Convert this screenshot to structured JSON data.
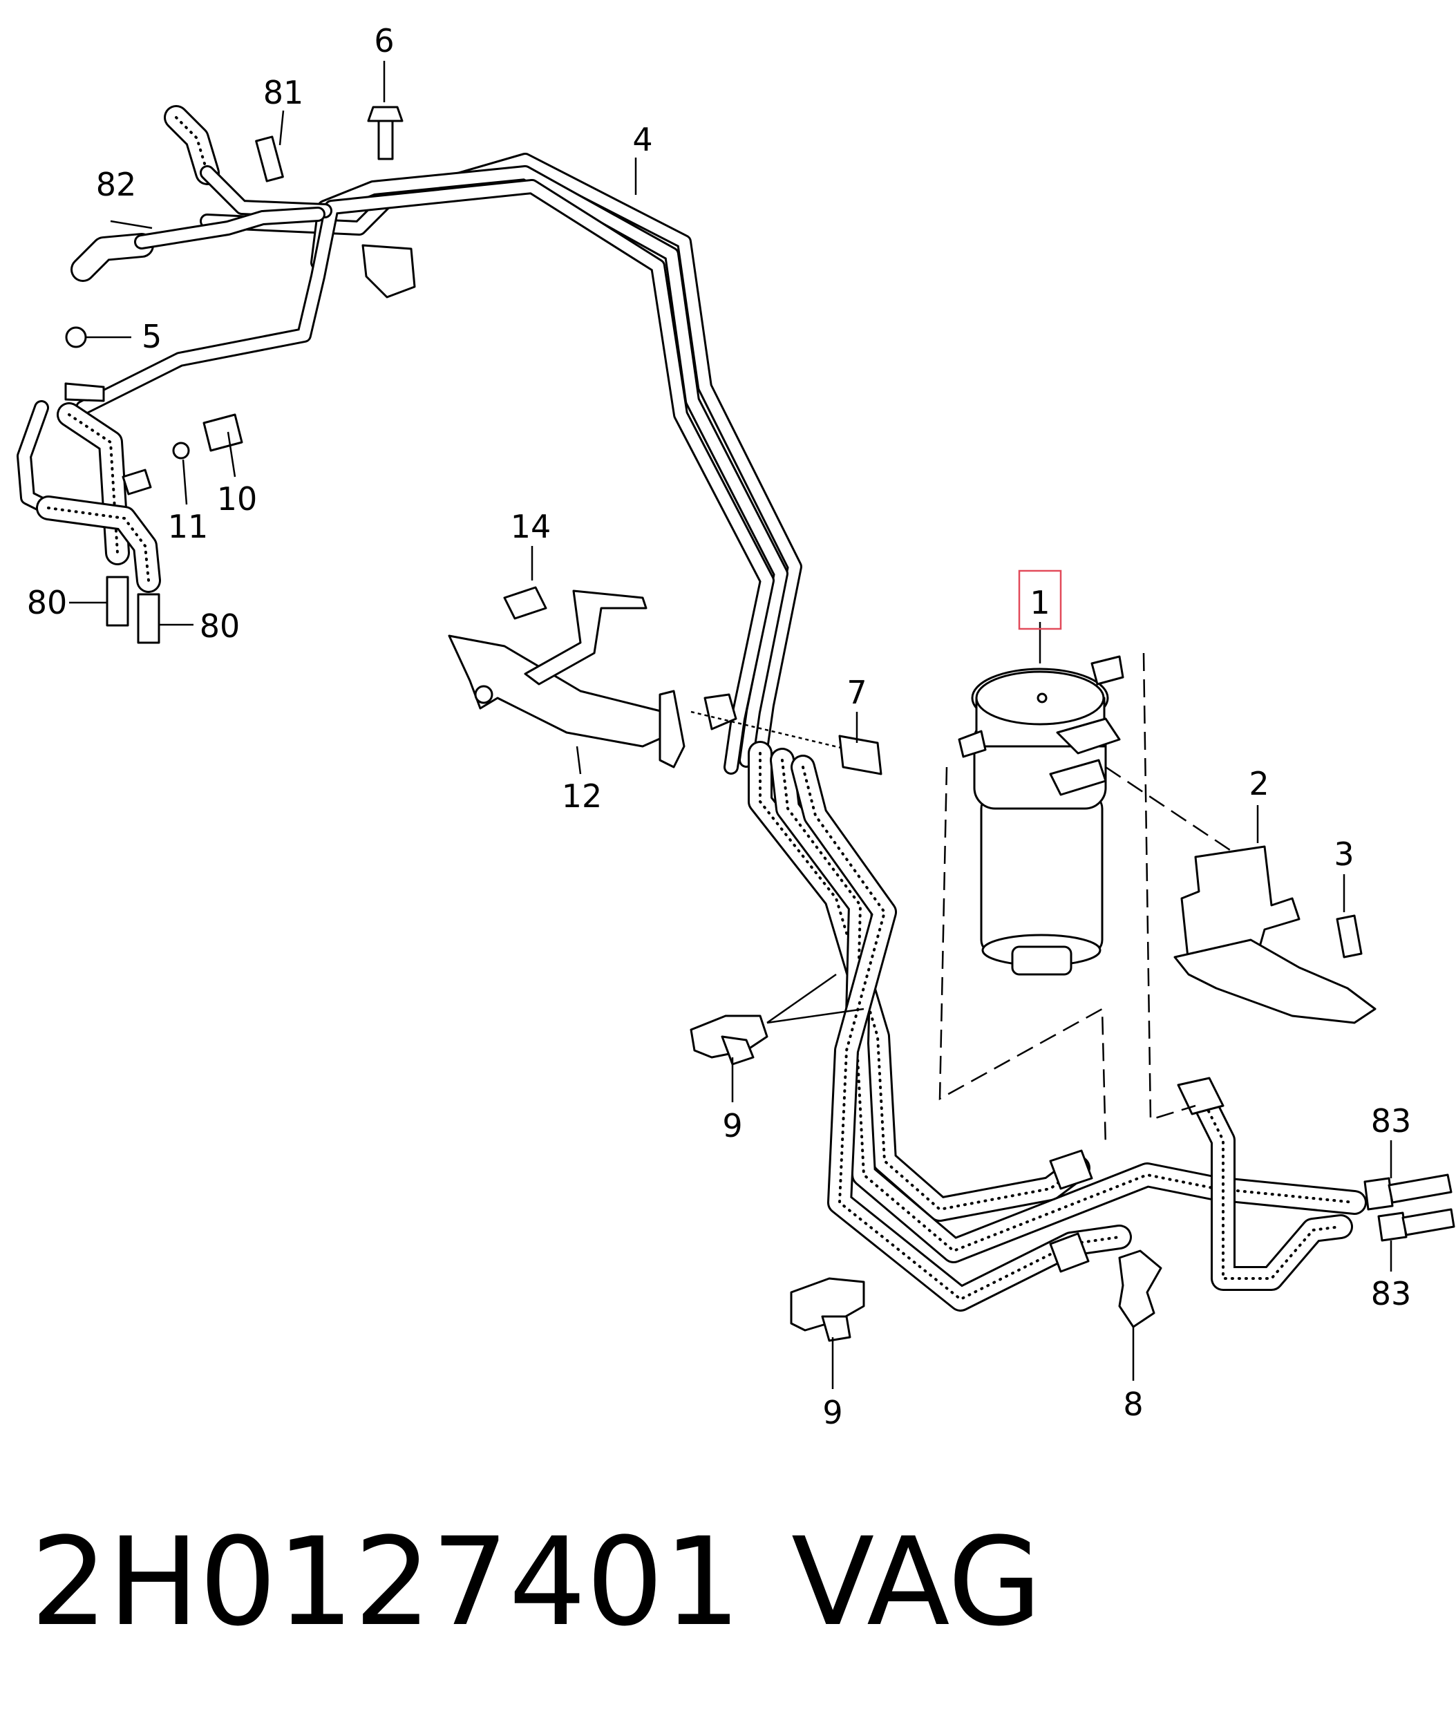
{
  "callouts": {
    "c1": "1",
    "c2": "2",
    "c3": "3",
    "c4": "4",
    "c5": "5",
    "c6": "6",
    "c7": "7",
    "c8": "8",
    "c9a": "9",
    "c9b": "9",
    "c10": "10",
    "c11": "11",
    "c12": "12",
    "c14": "14",
    "c80a": "80",
    "c80b": "80",
    "c81": "81",
    "c82": "82",
    "c83a": "83",
    "c83b": "83"
  },
  "highlight_color": "#e24a5a",
  "footer": {
    "part_number": "2H0127401",
    "brand": "VAG"
  }
}
